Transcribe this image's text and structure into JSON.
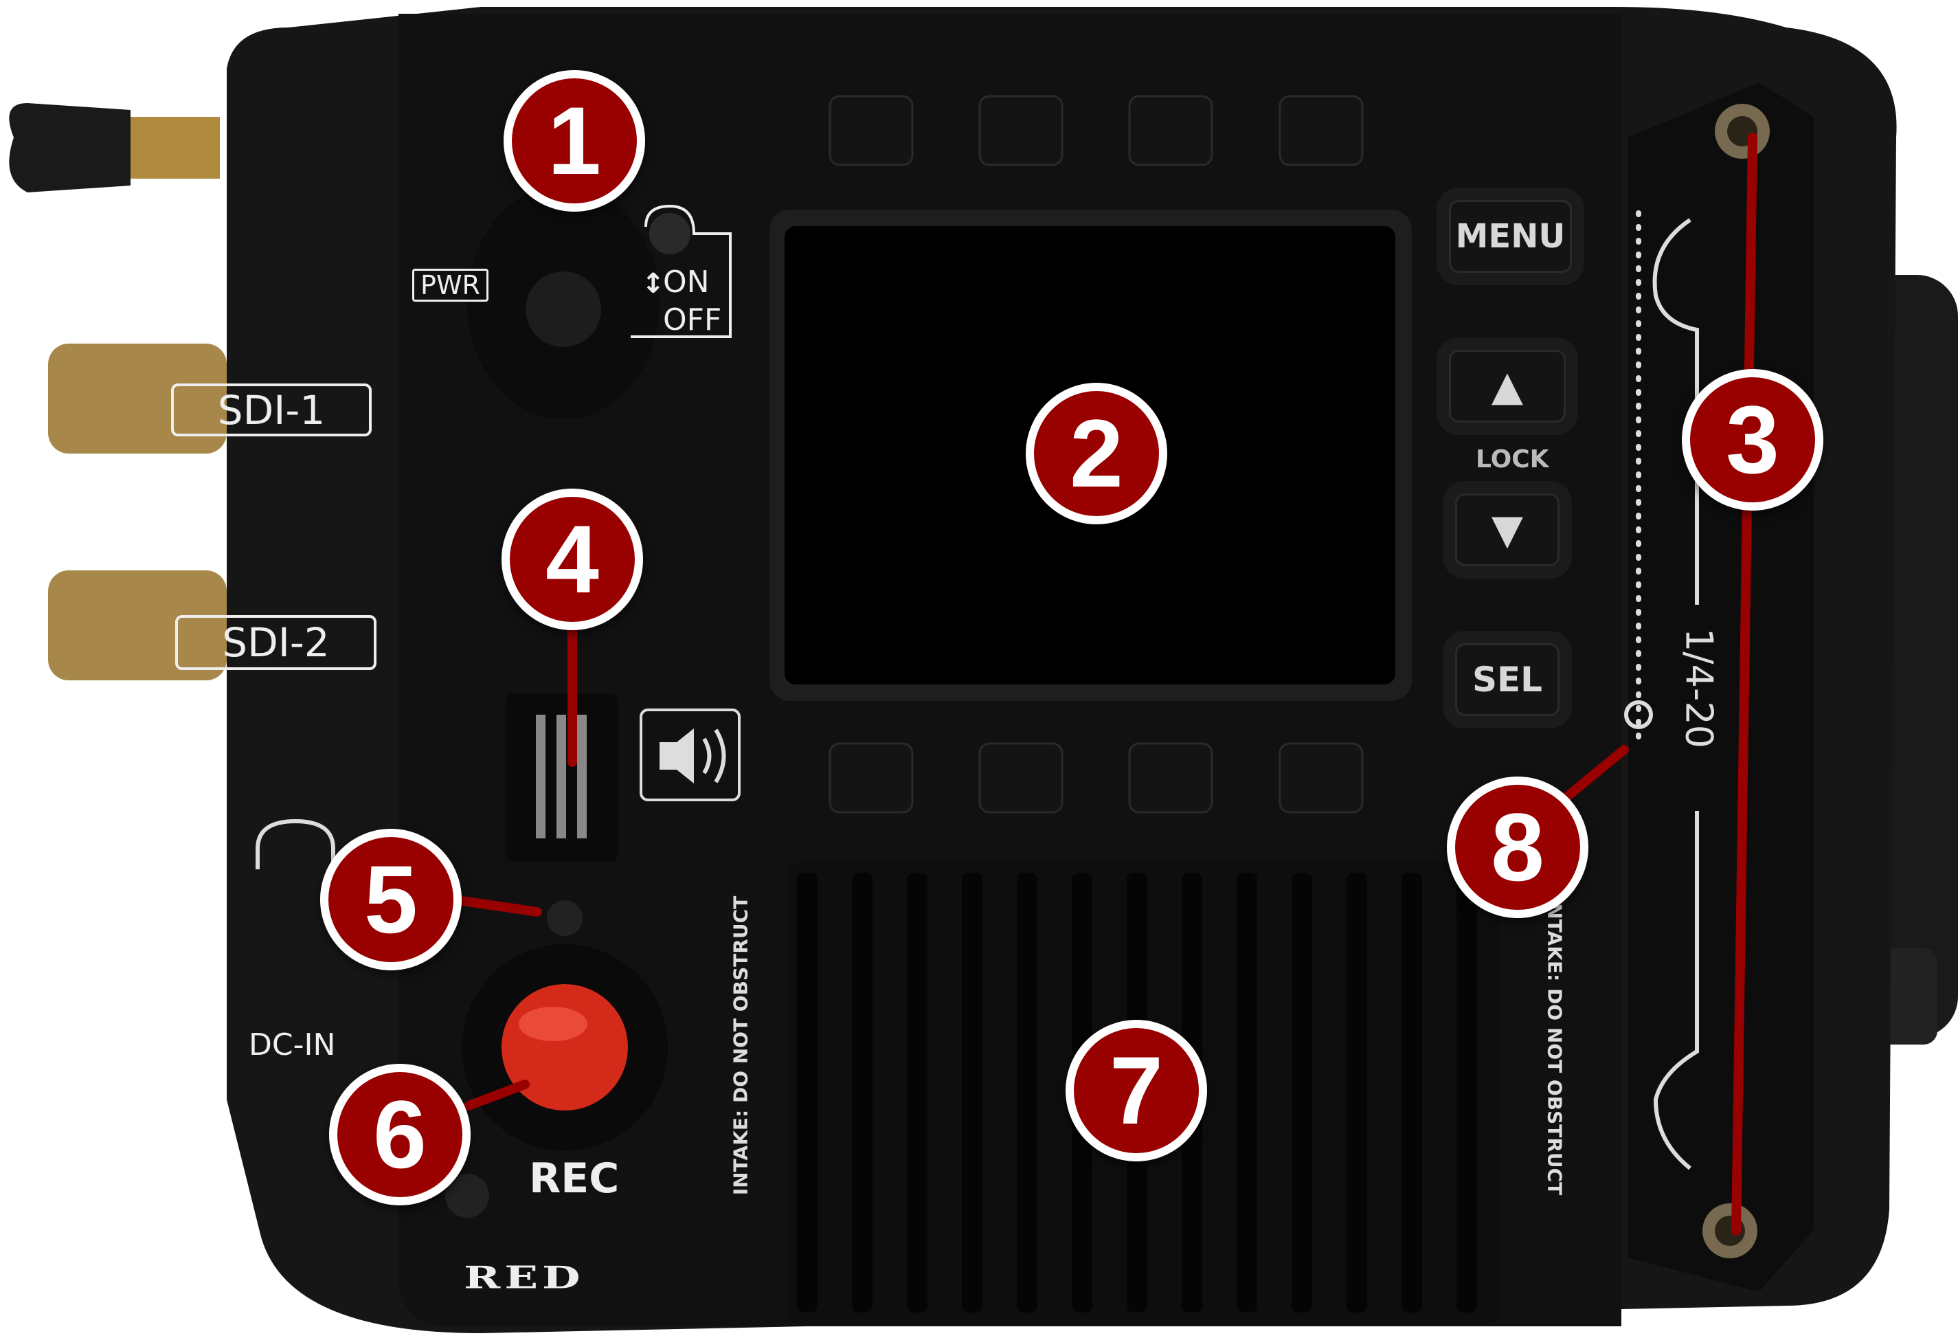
{
  "connectors": {
    "sdi1": "SDI-1",
    "sdi2": "SDI-2"
  },
  "labels": {
    "pwr": "PWR",
    "on": "ON",
    "off": "OFF",
    "dc_in": "DC-IN",
    "rec": "REC",
    "lock": "LOCK",
    "mount_thread": "1/4-20",
    "intake_left": "INTAKE: DO NOT OBSTRUCT",
    "intake_right": "INTAKE: DO NOT OBSTRUCT",
    "brand_logo": "RED"
  },
  "buttons": {
    "menu": "MENU",
    "up": "▲",
    "down": "▼",
    "sel": "SEL"
  },
  "callouts": [
    "1",
    "2",
    "3",
    "4",
    "5",
    "6",
    "7",
    "8"
  ],
  "colors": {
    "callout_fill": "#990000",
    "callout_border": "#ffffff",
    "rec_button": "#d42a1a",
    "body": "#151515"
  }
}
